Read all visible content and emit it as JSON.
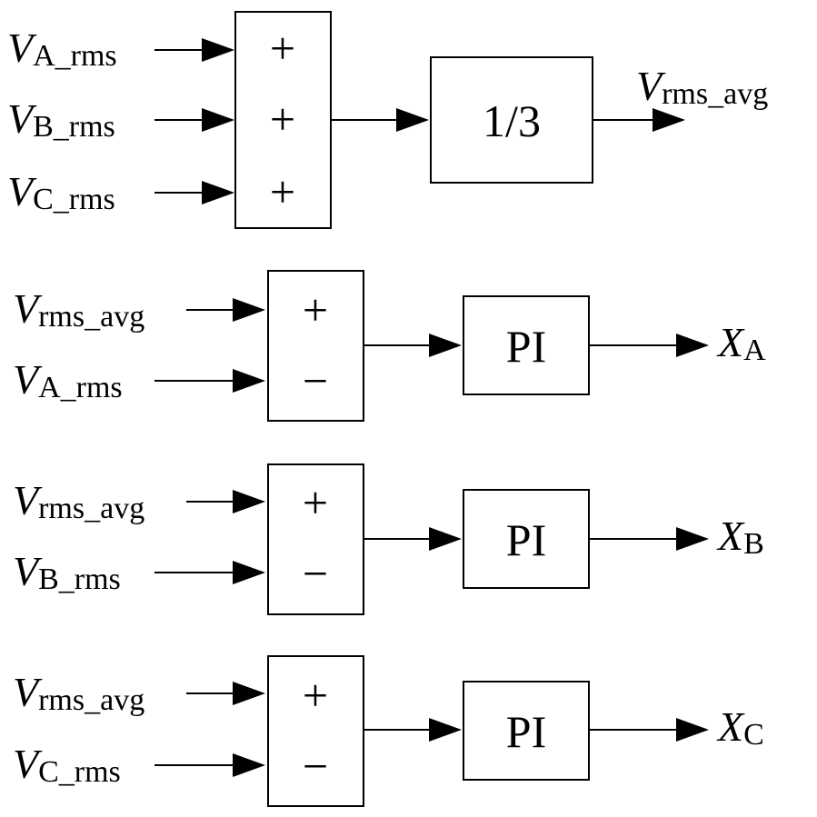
{
  "averager": {
    "inputs": [
      {
        "var": "V",
        "sub": "A_rms",
        "sign": "+"
      },
      {
        "var": "V",
        "sub": "B_rms",
        "sign": "+"
      },
      {
        "var": "V",
        "sub": "C_rms",
        "sign": "+"
      }
    ],
    "gain_label": "1/3",
    "output": {
      "var": "V",
      "sub": "rms_avg"
    }
  },
  "loops": [
    {
      "in_plus": {
        "var": "V",
        "sub": "rms_avg",
        "sign": "+"
      },
      "in_minus": {
        "var": "V",
        "sub": "A_rms",
        "sign": "−"
      },
      "controller_label": "PI",
      "output": {
        "var": "X",
        "sub": "A"
      }
    },
    {
      "in_plus": {
        "var": "V",
        "sub": "rms_avg",
        "sign": "+"
      },
      "in_minus": {
        "var": "V",
        "sub": "B_rms",
        "sign": "−"
      },
      "controller_label": "PI",
      "output": {
        "var": "X",
        "sub": "B"
      }
    },
    {
      "in_plus": {
        "var": "V",
        "sub": "rms_avg",
        "sign": "+"
      },
      "in_minus": {
        "var": "V",
        "sub": "C_rms",
        "sign": "−"
      },
      "controller_label": "PI",
      "output": {
        "var": "X",
        "sub": "C"
      }
    }
  ]
}
